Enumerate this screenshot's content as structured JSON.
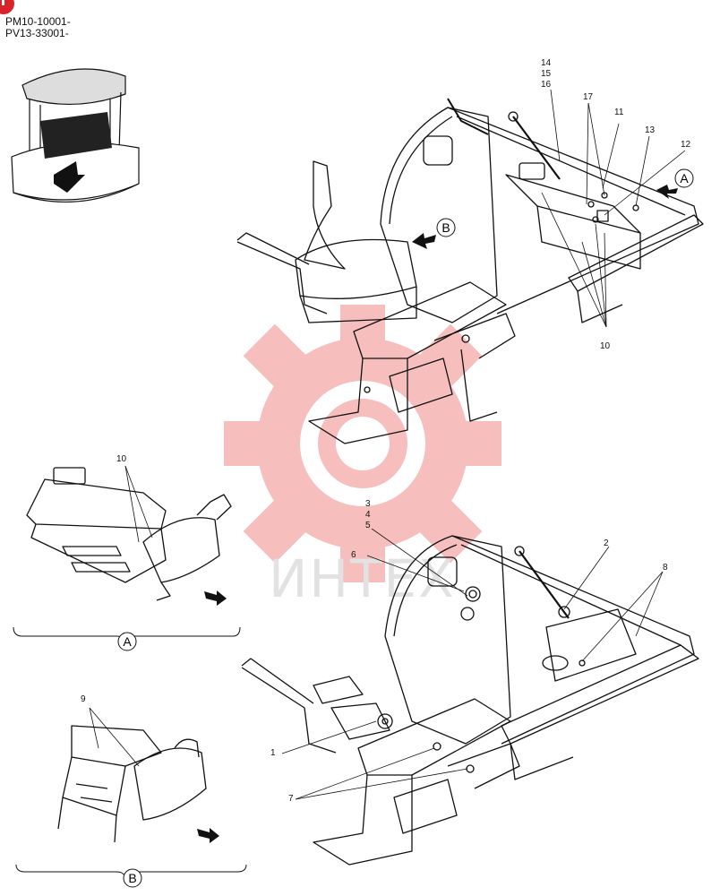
{
  "header": {
    "serial_1": "PM10-10001-",
    "serial_2": "PV13-33001-"
  },
  "callouts": {
    "top": {
      "n14": "14",
      "n15": "15",
      "n16": "16",
      "n17": "17",
      "n11": "11",
      "n13": "13",
      "n12": "12",
      "n10": "10"
    },
    "bottom": {
      "n3": "3",
      "n4": "4",
      "n5": "5",
      "n6": "6",
      "n2": "2",
      "n8": "8",
      "n1": "1",
      "n7": "7"
    },
    "view_a": {
      "n10": "10"
    },
    "view_b": {
      "n9": "9"
    }
  },
  "view_markers": {
    "a": "A",
    "b": "B"
  },
  "watermark": {
    "text": "ИНТЕХ",
    "color": "#f3a9a9"
  },
  "colors": {
    "line": "#111111",
    "badge": "#d9242b"
  }
}
